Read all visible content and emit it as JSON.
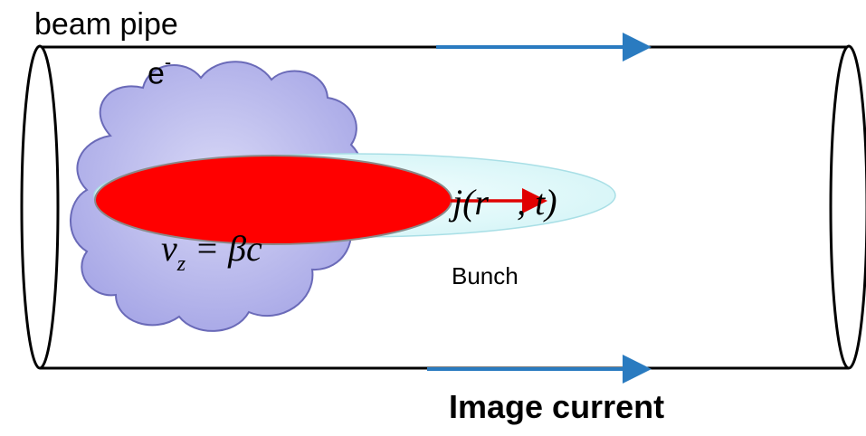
{
  "labels": {
    "beam_pipe": "beam pipe",
    "electron": "e",
    "electron_charge": "-",
    "velocity_prefix": "v",
    "velocity_subscript": "z",
    "velocity_rhs": " = βc",
    "bunch": "Bunch",
    "current_density": "j(r⃗, t)",
    "image_current": "Image current"
  },
  "colors": {
    "pipe_stroke": "#000000",
    "cloud_fill": "#a6a6e6",
    "bunch_core": "#ff0000",
    "bunch_halo": "#d6f5f7",
    "current_arrow": "#2a7bc0",
    "density_arrow": "#e00000"
  },
  "icons": {
    "top_arrow": "right-arrow-icon",
    "bottom_arrow": "right-arrow-icon",
    "density_arrow": "right-arrow-icon"
  }
}
